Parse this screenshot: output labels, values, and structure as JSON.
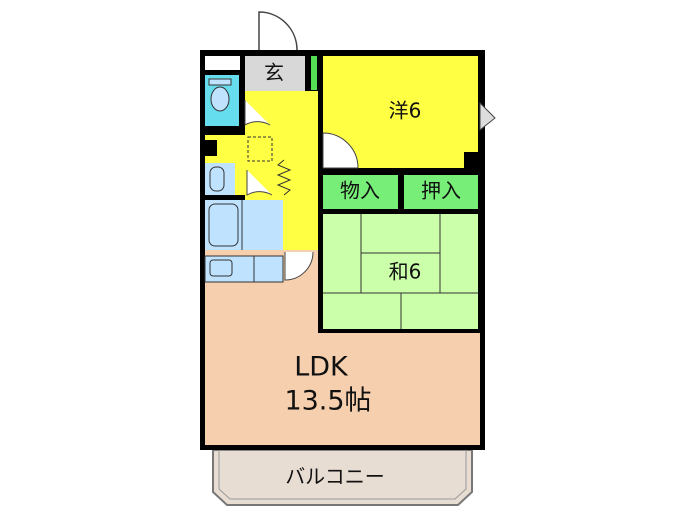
{
  "floor_plan": {
    "rooms": {
      "entrance": "玄",
      "western_room": "洋6",
      "storage": "物入",
      "closet": "押入",
      "japanese_room": "和6",
      "ldk_name": "LDK",
      "ldk_size": "13.5帖",
      "balcony": "バルコニー"
    },
    "colors": {
      "wall": "#000000",
      "western": "#ffff44",
      "hall": "#ffff44",
      "storage": "#77ee77",
      "tatami": "#ccffaa",
      "ldk": "#f5cfae",
      "wet": "#bfe3ff",
      "toilet": "#66ddee",
      "entrance": "#d8d8d8",
      "balcony": "#e8ddd2"
    }
  }
}
